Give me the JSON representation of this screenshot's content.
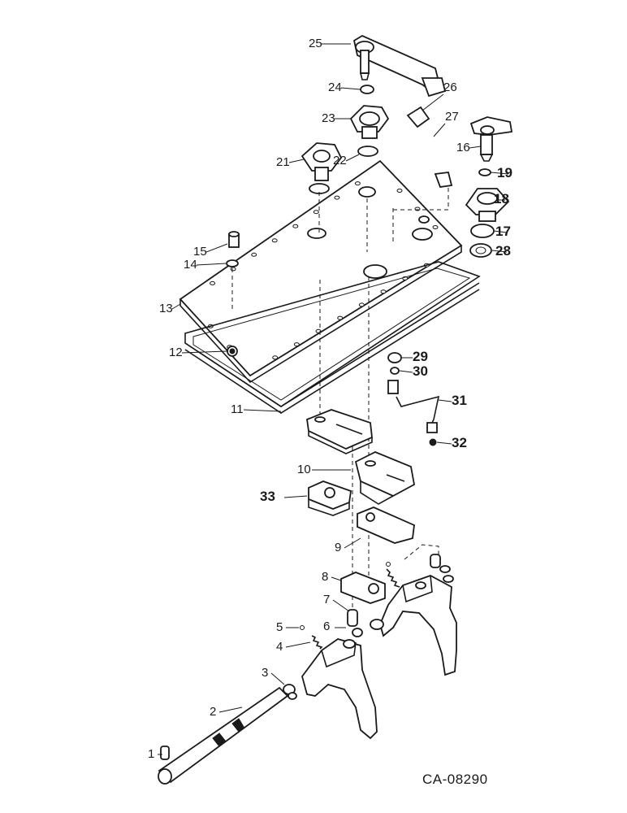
{
  "diagram": {
    "code": "CA-08290",
    "callouts": [
      "1",
      "2",
      "3",
      "4",
      "5",
      "6",
      "7",
      "8",
      "9",
      "10",
      "11",
      "12",
      "13",
      "14",
      "15",
      "16",
      "17",
      "18",
      "19",
      "21",
      "22",
      "23",
      "24",
      "25",
      "26",
      "27",
      "28",
      "29",
      "30",
      "31",
      "32",
      "33"
    ],
    "colors": {
      "ink": "#1a1a1a",
      "paper": "#ffffff"
    }
  }
}
